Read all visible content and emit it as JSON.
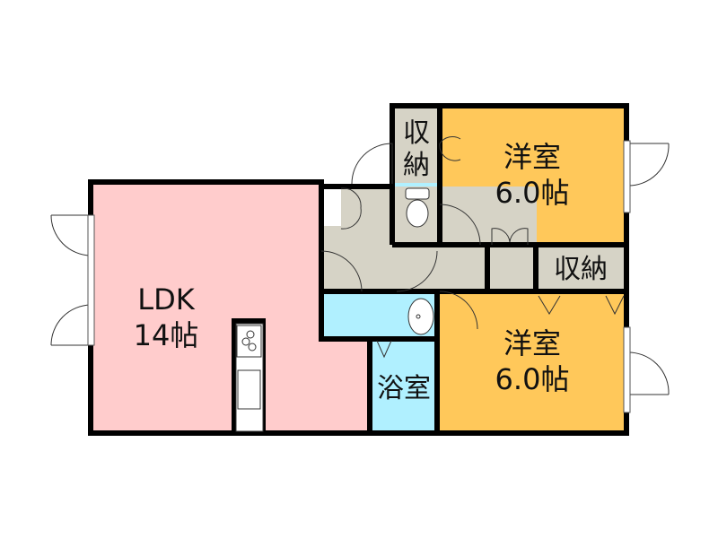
{
  "floorplan": {
    "rooms": {
      "ldk": {
        "name": "LDK",
        "size": "14帖"
      },
      "western1": {
        "name": "洋室",
        "size": "6.0帖"
      },
      "western2": {
        "name": "洋室",
        "size": "6.0帖"
      },
      "storage1": {
        "line1": "収",
        "line2": "納"
      },
      "storage2": {
        "name": "収納"
      },
      "bath": {
        "name": "浴室"
      }
    },
    "colors": {
      "ldk": "#FFCCCC",
      "western": "#FFC85A",
      "wet": "#B0F0FF",
      "hall": "#D6D3C6",
      "wall": "#000000"
    }
  }
}
